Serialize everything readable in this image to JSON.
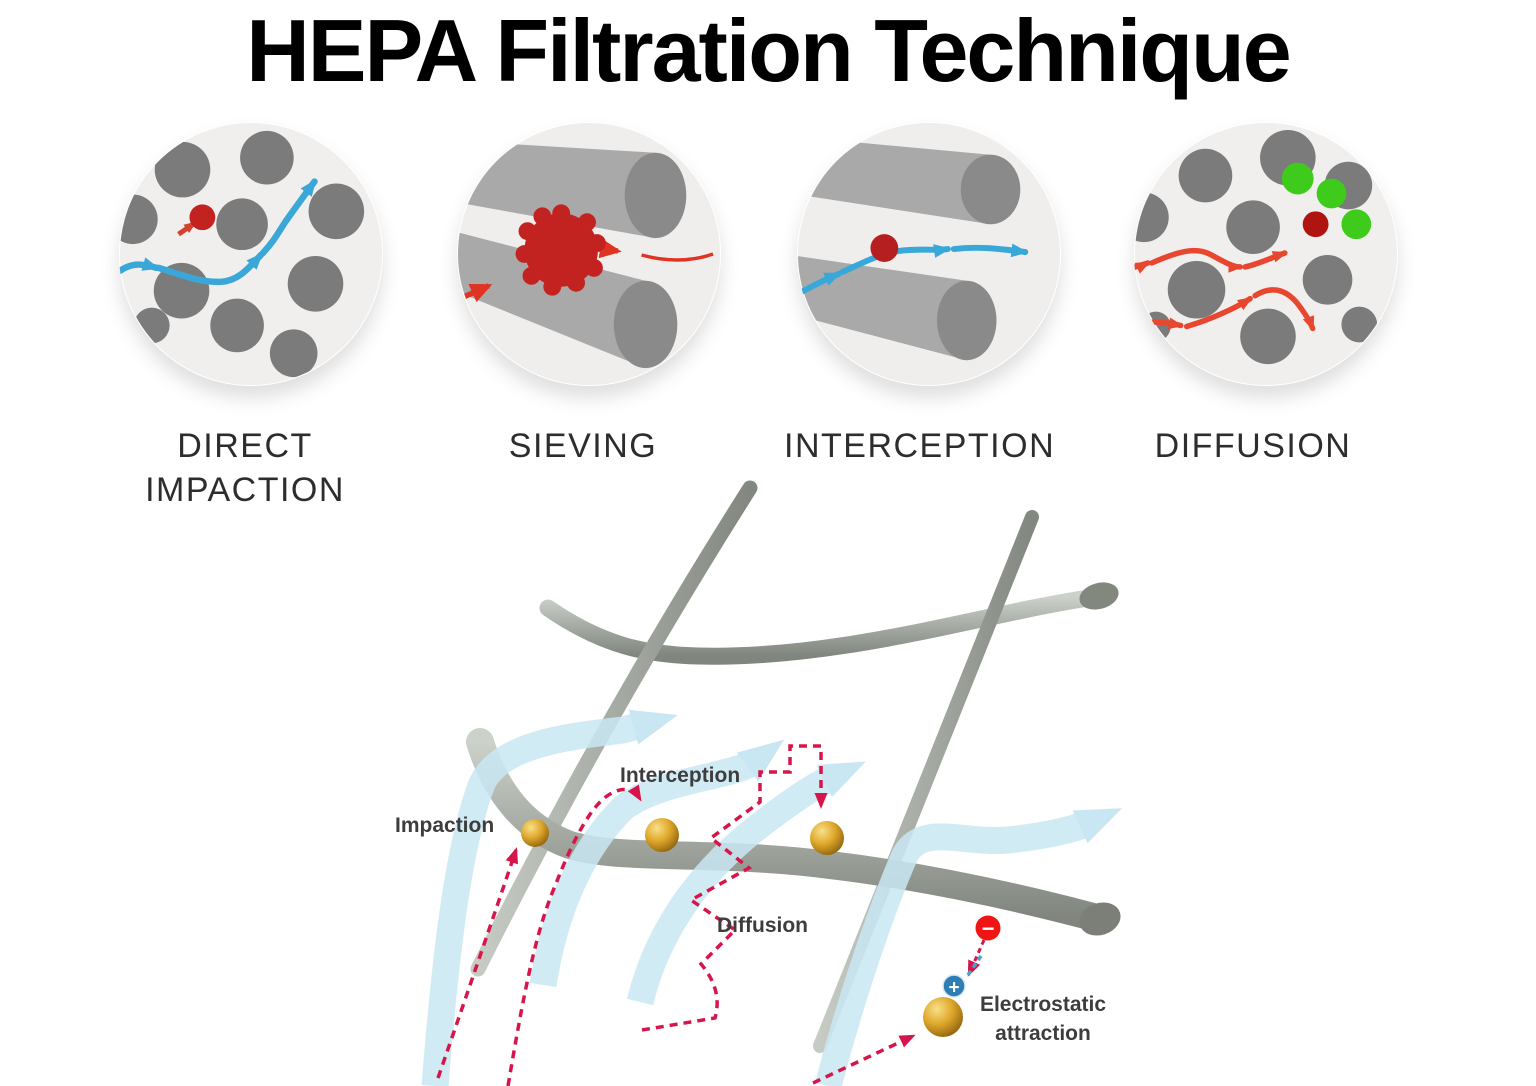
{
  "title": "HEPA Filtration Technique",
  "mechanisms": [
    {
      "id": "direct-impaction",
      "label": "DIRECT IMPACTION"
    },
    {
      "id": "sieving",
      "label": "SIEVING"
    },
    {
      "id": "interception",
      "label": "INTERCEPTION"
    },
    {
      "id": "diffusion",
      "label": "DIFFUSION"
    }
  ],
  "fiber_diagram": {
    "impaction_label": "Impaction",
    "interception_label": "Interception",
    "diffusion_label": "Diffusion",
    "electrostatic_label_line1": "Electrostatic",
    "electrostatic_label_line2": "attraction",
    "negative_symbol": "−",
    "positive_symbol": "+"
  },
  "colors": {
    "particle_red": "#c32320",
    "diffusion_arrow_red": "#e8462e",
    "trajectory_crimson": "#d6164a",
    "flow_blue": "#39a7d7",
    "air_band_blue": "#c9e7f3",
    "fiber_gray": "#a9aeA7",
    "dot_gray": "#7b7b7b",
    "particle_gold": "#d09a22",
    "captured_green": "#3ecb1c",
    "negative_badge": "#f01414",
    "positive_badge": "#2e7eb3"
  }
}
